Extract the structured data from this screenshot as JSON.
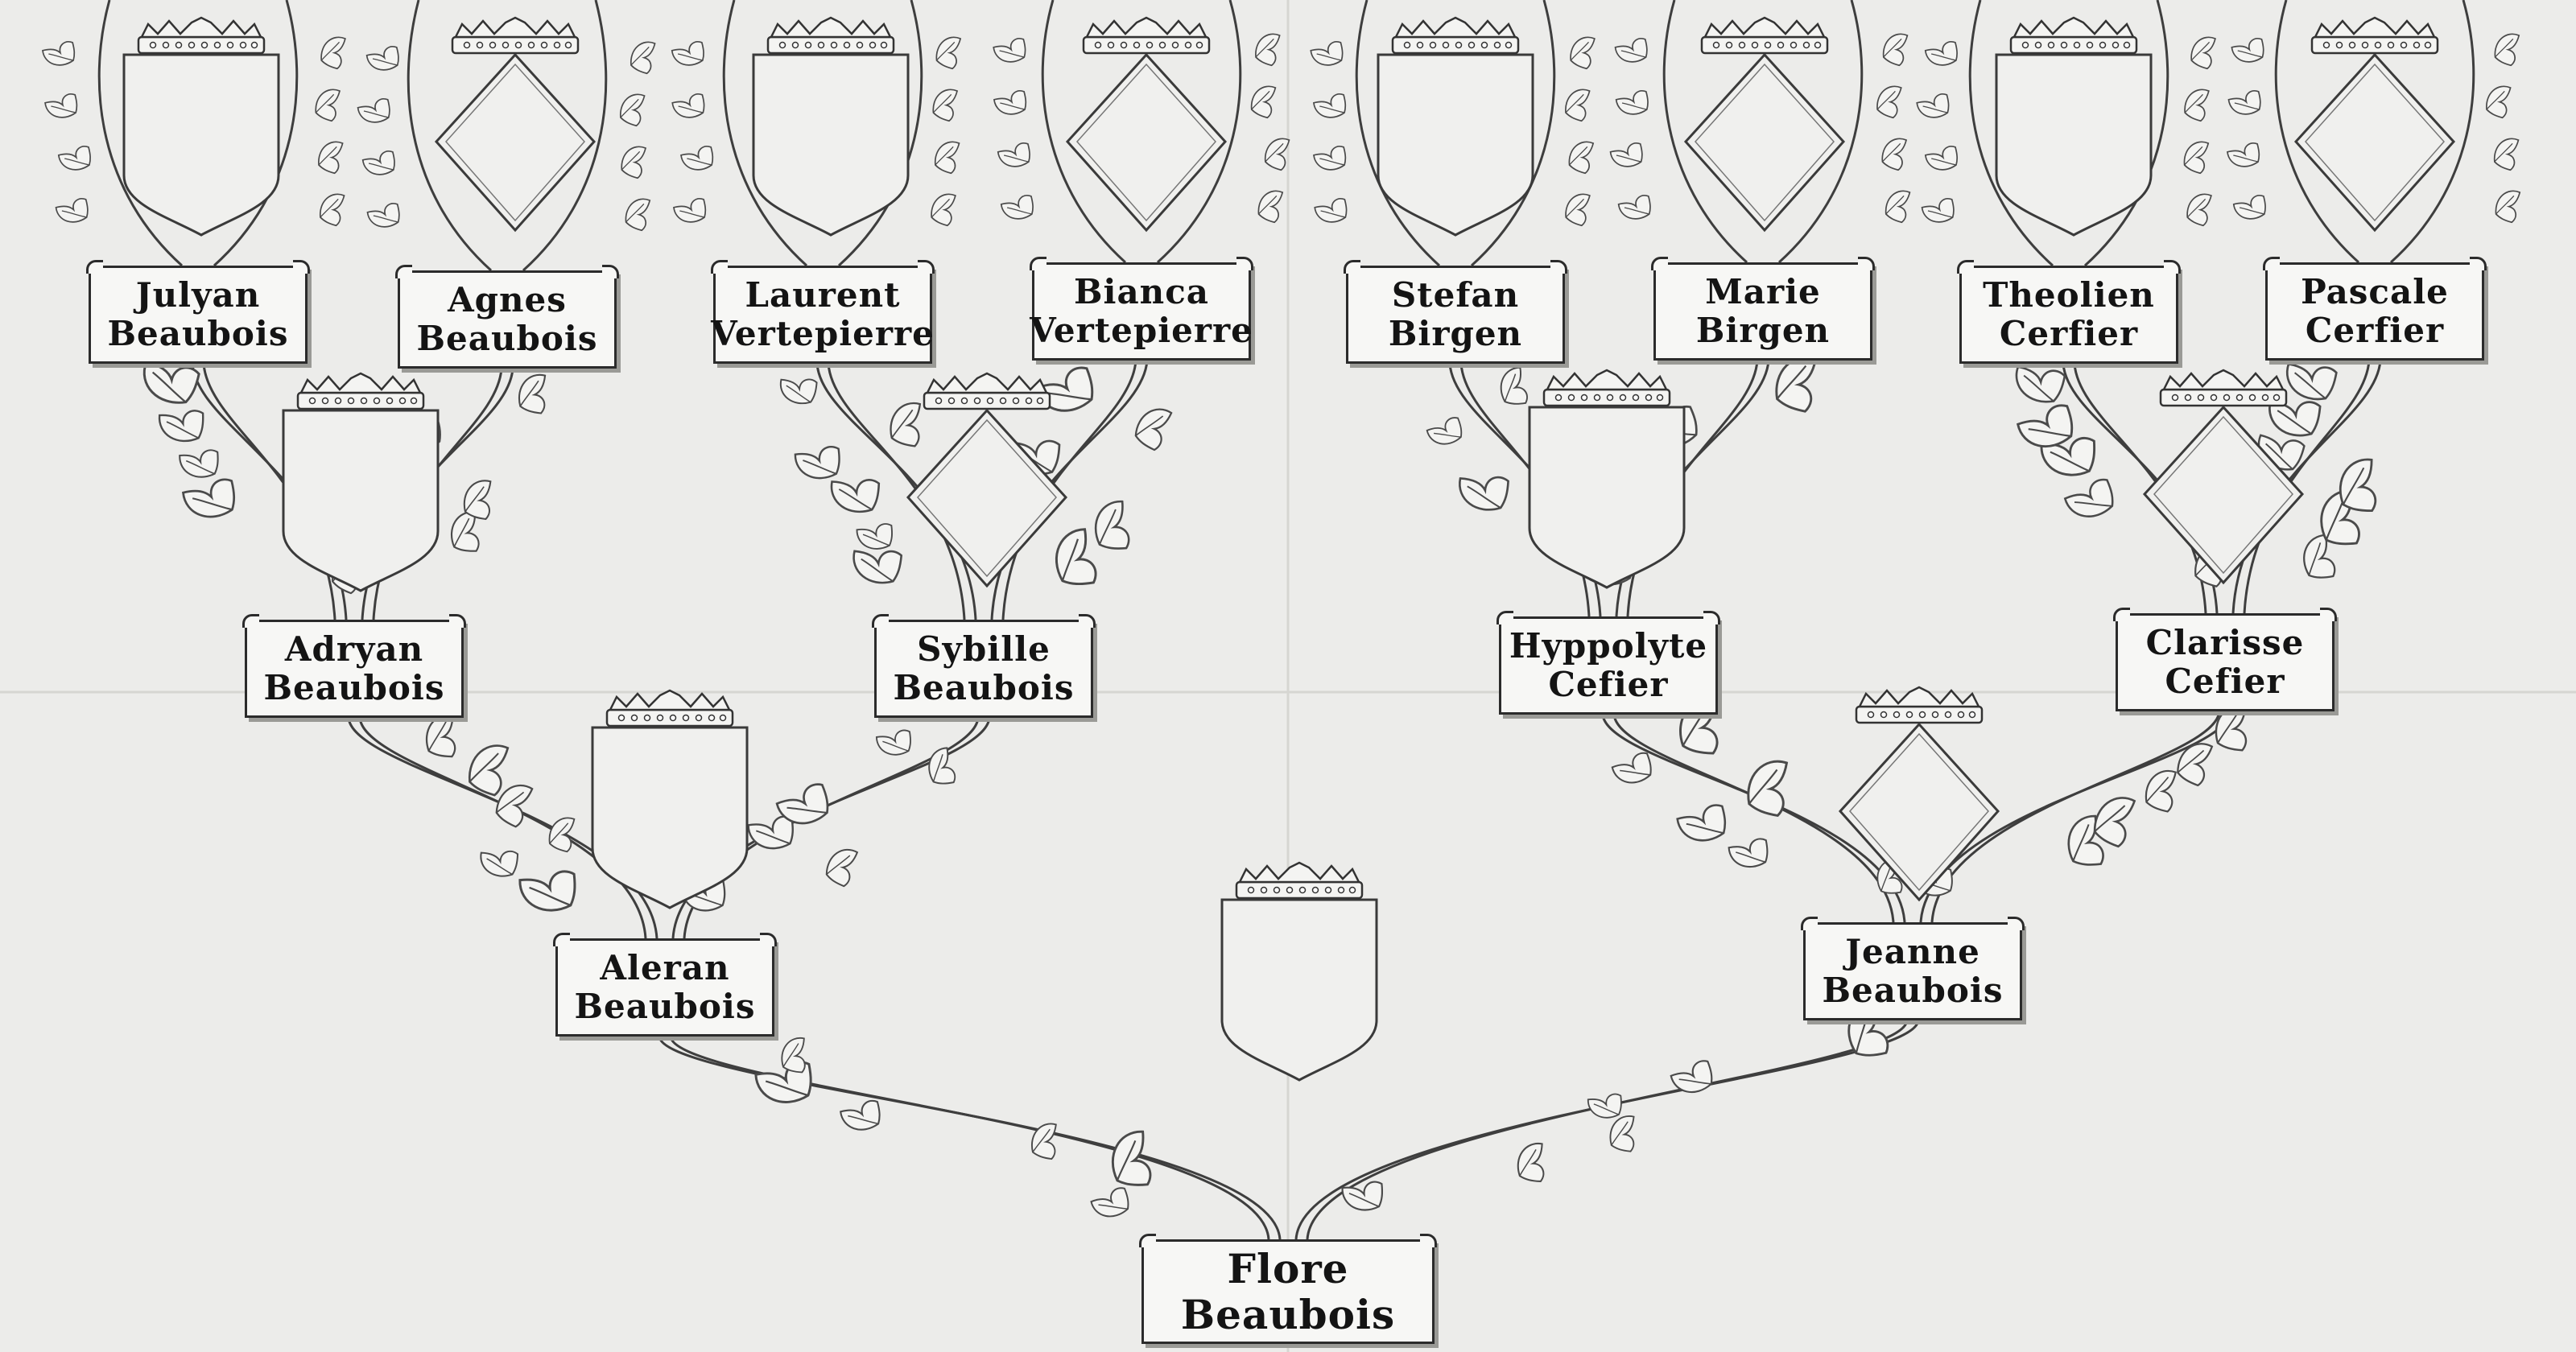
{
  "people": {
    "julyan": {
      "first": "Julyan",
      "last": "Beaubois",
      "crest": "shield"
    },
    "agnes": {
      "first": "Agnes",
      "last": "Beaubois",
      "crest": "lozenge"
    },
    "laurent": {
      "first": "Laurent",
      "last": "Vertepierre",
      "crest": "shield"
    },
    "bianca": {
      "first": "Bianca",
      "last": "Vertepierre",
      "crest": "lozenge"
    },
    "stefan": {
      "first": "Stefan",
      "last": "Birgen",
      "crest": "shield"
    },
    "marie": {
      "first": "Marie",
      "last": "Birgen",
      "crest": "lozenge"
    },
    "theolien": {
      "first": "Theolien",
      "last": "Cerfier",
      "crest": "shield"
    },
    "pascale": {
      "first": "Pascale",
      "last": "Cerfier",
      "crest": "lozenge"
    },
    "adryan": {
      "first": "Adryan",
      "last": "Beaubois",
      "crest": "shield"
    },
    "sybille": {
      "first": "Sybille",
      "last": "Beaubois",
      "crest": "lozenge"
    },
    "hyppolyte": {
      "first": "Hyppolyte",
      "last": "Cefier",
      "crest": "shield"
    },
    "clarisse": {
      "first": "Clarisse",
      "last": "Cefier",
      "crest": "lozenge"
    },
    "aleran": {
      "first": "Aleran",
      "last": "Beaubois",
      "crest": "shield"
    },
    "jeanne": {
      "first": "Jeanne",
      "last": "Beaubois",
      "crest": "lozenge"
    },
    "flore": {
      "first": "Flore",
      "last": "Beaubois",
      "crest": "shield"
    }
  },
  "colors": {
    "paper": "#ececea",
    "ink": "#3a3a3a",
    "plate": "#f7f7f5"
  }
}
